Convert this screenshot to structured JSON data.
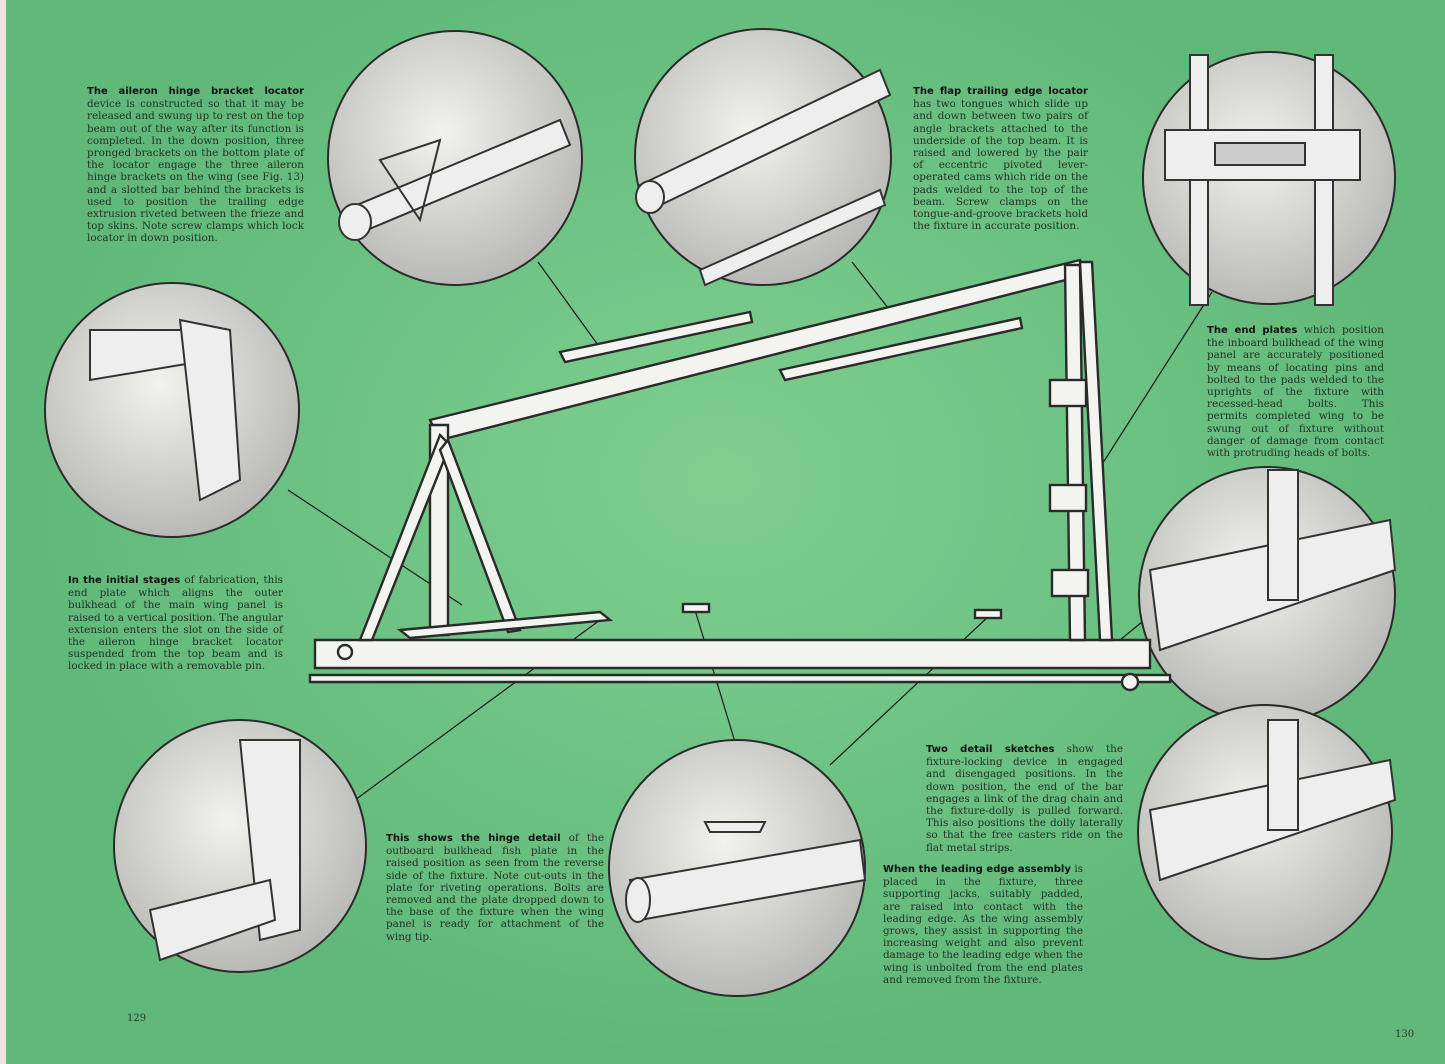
{
  "captions": {
    "aileron": {
      "lead": "The aileron hinge bracket locator",
      "body": " device is constructed so that it may be released and swung up to rest on the top beam out of the way after its function is completed. In the down position, three pronged brackets on the bottom plate of the locator engage the three aileron hinge brackets on the wing (see Fig. 13) and a slotted bar behind the brackets is used to position the trailing edge extrusion riveted between the frieze and top skins. Note screw clamps which lock locator in down position."
    },
    "flap": {
      "lead": "The flap trailing edge locator",
      "body": " has two tongues which slide up and down between two pairs of angle brackets attached to the underside of the top beam. It is raised and lowered by the pair of eccentric pivoted lever-operated cams which ride on the pads welded to the top of the beam. Screw clamps on the tongue-and-groove brackets hold the fixture in accurate position."
    },
    "end_plates": {
      "lead": "The end plates",
      "body": " which position the inboard bulkhead of the wing panel are accurately positioned by means of locating pins and bolted to the pads welded to the uprights of the fixture with recessed-head bolts. This permits completed wing to be swung out of fixture without danger of damage from contact with protruding heads of bolts."
    },
    "initial": {
      "lead": "In the initial stages",
      "body": " of fabrication, this end plate which aligns the outer bulkhead of the main wing panel is raised to a vertical position. The angular extension enters the slot on the side of the aileron hinge bracket locator suspended from the top beam and is locked in place with a removable pin."
    },
    "hinge": {
      "lead": "This shows the hinge detail",
      "body": " of the outboard bulkhead fish plate in the raised position as seen from the reverse side of the fixture. Note cut-outs in the plate for riveting operations. Bolts are removed and the plate dropped down to the base of the fixture when the wing panel is ready for attachment of the wing tip."
    },
    "sketches": {
      "lead": "Two detail sketches",
      "body": " show the fixture-locking device in engaged and disengaged positions. In the down position, the end of the bar engages a link of the drag chain and the fixture-dolly is pulled forward. This also positions the dolly laterally so that the free casters ride on the flat metal strips."
    },
    "leading": {
      "lead": "When the leading edge assembly",
      "body": " is placed in the fixture, three supporting jacks, suitably padded, are raised into contact with the leading edge. As the wing assembly grows, they assist in supporting the increasing weight and also prevent damage to the leading edge when the wing is unbolted from the end plates and removed from the fixture."
    }
  },
  "page_numbers": {
    "left": "129",
    "right": "130"
  },
  "colors": {
    "background": "#6cc283",
    "circle_fill": "#d8d8d4",
    "ink": "#1f2a22"
  }
}
